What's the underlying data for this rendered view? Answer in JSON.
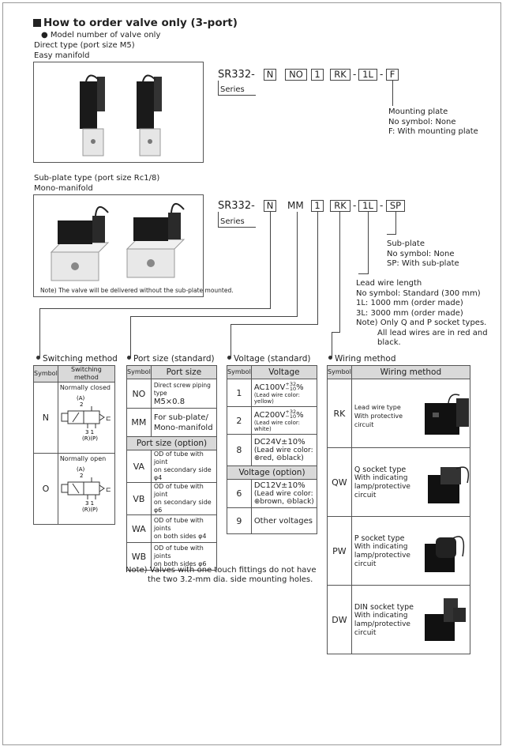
{
  "title": "How to order valve only (3-port)",
  "subtitle": "Model number of valve only",
  "direct": {
    "line1": "Direct type (port size M5)",
    "line2": "Easy manifold"
  },
  "subplate_type": {
    "line1": "Sub-plate type (port size Rc1/8)",
    "line2": "Mono-manifold",
    "note": "Note) The valve will be delivered without the sub-plate mounted."
  },
  "code1": {
    "prefix": "SR332-",
    "parts": [
      "N",
      "NO",
      "1",
      "RK",
      "1L",
      "F"
    ],
    "series": "Series"
  },
  "code2": {
    "prefix": "SR332-",
    "parts": [
      "N",
      "MM",
      "1",
      "RK",
      "1L",
      "SP"
    ],
    "series": "Series"
  },
  "mounting": {
    "title": "Mounting plate",
    "lines": [
      "No symbol: None",
      "F: With mounting plate"
    ]
  },
  "subplate_desc": {
    "title": "Sub-plate",
    "lines": [
      "No symbol: None",
      "SP: With sub-plate"
    ]
  },
  "leadwire": {
    "title": "Lead wire length",
    "lines": [
      "No symbol: Standard (300 mm)",
      "1L: 1000 mm (order made)",
      "3L: 3000 mm (order made)",
      "Note) Only Q and P socket types.",
      "All lead wires are in red and",
      "black."
    ]
  },
  "switching": {
    "heading": "Switching method",
    "headers": [
      "Symbol",
      "Switching method"
    ],
    "rows": [
      {
        "symbol": "N",
        "name": "Normally closed",
        "a": "(A)",
        "two": "2",
        "three": "3 1",
        "rp": "(R)(P)"
      },
      {
        "symbol": "O",
        "name": "Normally open",
        "a": "(A)",
        "two": "2",
        "three": "3 1",
        "rp": "(R)(P)"
      }
    ]
  },
  "port": {
    "heading": "Port size (standard)",
    "headers": [
      "Symbol",
      "Port size"
    ],
    "rows": [
      {
        "symbol": "NO",
        "l1": "Direct screw piping type",
        "l2": "M5×0.8"
      },
      {
        "symbol": "MM",
        "l1": "For sub-plate/",
        "l2": "Mono-manifold"
      }
    ],
    "option_label": "Port size (option)",
    "options": [
      {
        "symbol": "VA",
        "l1": "OD of tube with joint",
        "l2": "on secondary side φ4"
      },
      {
        "symbol": "VB",
        "l1": "OD of tube with joint",
        "l2": "on secondary side φ6"
      },
      {
        "symbol": "WA",
        "l1": "OD of tube with joints",
        "l2": "on both sides φ4"
      },
      {
        "symbol": "WB",
        "l1": "OD of tube with joints",
        "l2": "on both sides φ6"
      }
    ],
    "note1": "Note) Valves with one touch fittings do not have",
    "note2": "the two 3.2-mm dia. side mounting holes."
  },
  "voltage": {
    "heading": "Voltage (standard)",
    "headers": [
      "Symbol",
      "Voltage"
    ],
    "rows": [
      {
        "symbol": "1",
        "l1": "AC100V",
        "sup": "+32",
        "sub": "−10",
        "pct": "%",
        "l2": "(Lead wire color: yellow)"
      },
      {
        "symbol": "2",
        "l1": "AC200V",
        "sup": "+32",
        "sub": "−10",
        "pct": "%",
        "l2": "(Lead wire color: white)"
      },
      {
        "symbol": "8",
        "l1": "DC24V±10%",
        "l2": "(Lead wire color:",
        "l3": "⊕red, ⊖black)"
      }
    ],
    "option_label": "Voltage (option)",
    "options": [
      {
        "symbol": "6",
        "l1": "DC12V±10%",
        "l2": "(Lead wire color:",
        "l3": "⊕brown, ⊖black)"
      },
      {
        "symbol": "9",
        "l1": "Other voltages"
      }
    ]
  },
  "wiring": {
    "heading": "Wiring method",
    "headers": [
      "Symbol",
      "Wiring method"
    ],
    "rows": [
      {
        "symbol": "RK",
        "l1": "Lead wire type",
        "l2": "With protective",
        "l3": "circuit"
      },
      {
        "symbol": "QW",
        "l1": "Q socket type",
        "l2": "With indicating",
        "l3": "lamp/protective",
        "l4": "circuit"
      },
      {
        "symbol": "PW",
        "l1": "P socket type",
        "l2": "With indicating",
        "l3": "lamp/protective",
        "l4": "circuit"
      },
      {
        "symbol": "DW",
        "l1": "DIN socket type",
        "l2": "With indicating",
        "l3": "lamp/protective",
        "l4": "circuit"
      }
    ]
  }
}
